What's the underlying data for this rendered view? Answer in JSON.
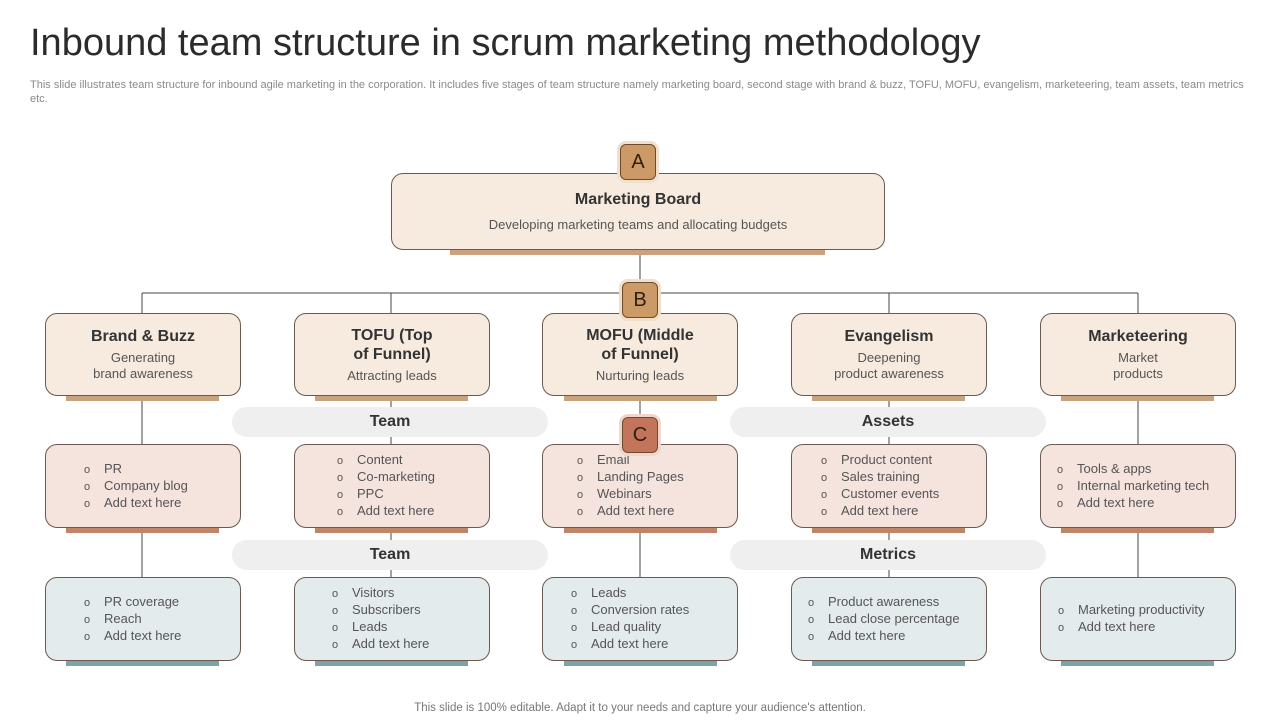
{
  "header": {
    "title": "Inbound team structure in scrum marketing methodology",
    "subtitle": "This slide illustrates team structure for inbound agile marketing in the corporation. It includes five stages of team structure namely marketing board, second stage with brand & buzz,  TOFU, MOFU,  evangelism, marketeering, team assets, team metrics etc."
  },
  "badges": {
    "a": "A",
    "b": "B",
    "c": "C"
  },
  "board": {
    "title": "Marketing Board",
    "desc": "Developing  marketing teams and allocating budgets"
  },
  "stages": [
    {
      "title": "Brand & Buzz",
      "desc": "Generating\nbrand awareness"
    },
    {
      "title": "TOFU (Top\nof Funnel)",
      "desc": "Attracting leads"
    },
    {
      "title": "MOFU (Middle\nof Funnel)",
      "desc": "Nurturing leads"
    },
    {
      "title": "Evangelism",
      "desc": "Deepening\nproduct awareness"
    },
    {
      "title": "Marketeering",
      "desc": "Market\nproducts"
    }
  ],
  "row_labels": {
    "team1": "Team",
    "assets": "Assets",
    "team2": "Team",
    "metrics": "Metrics"
  },
  "bullet_symbol": "o",
  "assets_lists": [
    [
      "PR",
      "Company blog",
      "Add text here"
    ],
    [
      "Content",
      "Co-marketing",
      "PPC",
      "Add text here"
    ],
    [
      "Email",
      "Landing Pages",
      "Webinars",
      "Add text here"
    ],
    [
      "Product content",
      "Sales training",
      "Customer events",
      "Add text here"
    ],
    [
      "Tools & apps",
      "Internal marketing tech",
      "Add text here"
    ]
  ],
  "metrics_lists": [
    [
      "PR coverage",
      "Reach",
      "Add text here"
    ],
    [
      "Visitors",
      "Subscribers",
      "Leads",
      "Add text here"
    ],
    [
      "Leads",
      "Conversion  rates",
      "Lead quality",
      "Add text here"
    ],
    [
      "Product awareness",
      "Lead close percentage",
      "Add text here"
    ],
    [
      "Marketing productivity",
      "Add text here"
    ]
  ],
  "footer": "This slide is 100% editable. Adapt it to your needs and capture your audience's attention.",
  "colors": {
    "beige": "#f6ebde",
    "pink": "#f5e3de",
    "blue": "#e4ebec",
    "tan_accent": "#cc9a66",
    "rust_accent": "#c3755b",
    "teal_accent": "#7ba3a8"
  }
}
